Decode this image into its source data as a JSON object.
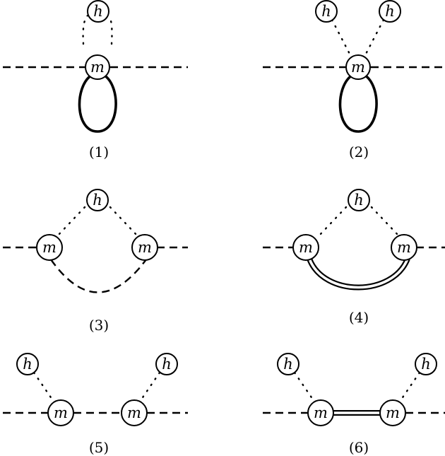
{
  "diagrams": [
    {
      "caption": "(1)",
      "vertex_labels": [
        "m",
        "h"
      ]
    },
    {
      "caption": "(2)",
      "vertex_labels": [
        "m",
        "h",
        "h"
      ]
    },
    {
      "caption": "(3)",
      "vertex_labels": [
        "m",
        "m",
        "h"
      ]
    },
    {
      "caption": "(4)",
      "vertex_labels": [
        "m",
        "m",
        "h"
      ]
    },
    {
      "caption": "(5)",
      "vertex_labels": [
        "m",
        "m",
        "h",
        "h"
      ]
    },
    {
      "caption": "(6)",
      "vertex_labels": [
        "m",
        "m",
        "h",
        "h"
      ]
    }
  ]
}
